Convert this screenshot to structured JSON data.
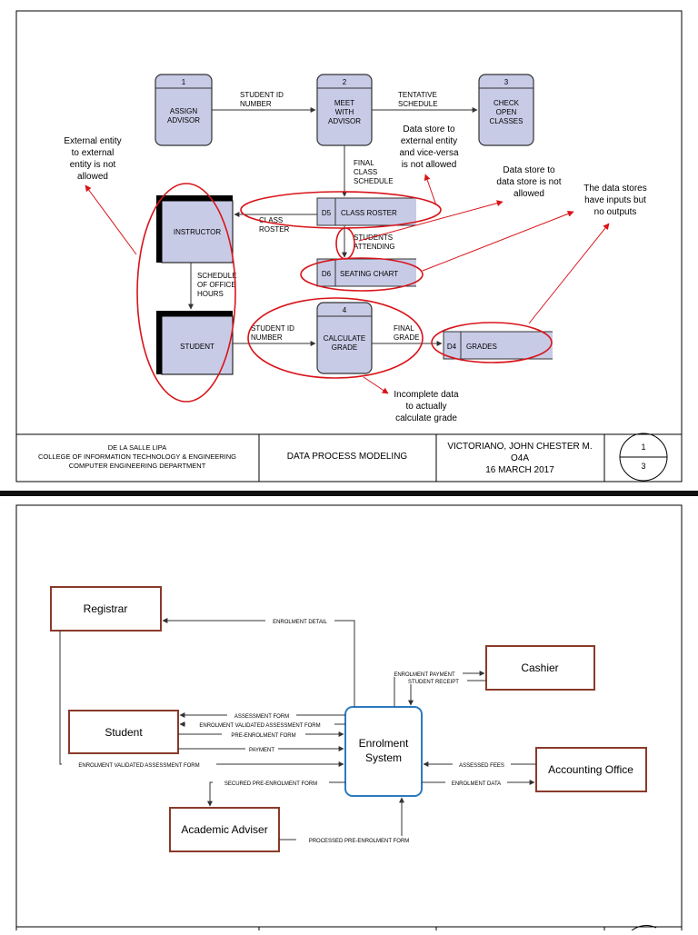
{
  "page1": {
    "processes": [
      {
        "number": "1",
        "label": [
          "ASSIGN",
          "ADVISOR"
        ]
      },
      {
        "number": "2",
        "label": [
          "MEET",
          "WITH",
          "ADVISOR"
        ]
      },
      {
        "number": "3",
        "label": [
          "CHECK",
          "OPEN",
          "CLASSES"
        ]
      },
      {
        "number": "4",
        "label": [
          "CALCULATE",
          "GRADE"
        ]
      }
    ],
    "data_stores": [
      {
        "id": "D5",
        "label": "CLASS ROSTER"
      },
      {
        "id": "D6",
        "label": "SEATING CHART"
      },
      {
        "id": "D4",
        "label": "GRADES"
      }
    ],
    "entities": [
      "INSTRUCTOR",
      "STUDENT"
    ],
    "flows": {
      "student_id_1": [
        "STUDENT ID",
        "NUMBER"
      ],
      "tentative": [
        "TENTATIVE",
        "SCHEDULE"
      ],
      "final_class": [
        "FINAL",
        "CLASS",
        "SCHEDULE"
      ],
      "class_roster": [
        "CLASS",
        "ROSTER"
      ],
      "students_attending": [
        "STUDENTS",
        "ATTENDING"
      ],
      "schedule_office": [
        "SCHEDULE",
        "OF OFFICE",
        "HOURS"
      ],
      "student_id_2": [
        "STUDENT ID",
        "NUMBER"
      ],
      "final_grade": [
        "FINAL",
        "GRADE"
      ]
    },
    "annotations": {
      "external_entity": [
        "External entity",
        "to external",
        "entity is not",
        "allowed"
      ],
      "ds_to_external": [
        "Data store to",
        "external entity",
        "and vice-versa",
        "is not allowed"
      ],
      "ds_to_ds": [
        "Data store to",
        "data store is not",
        "allowed"
      ],
      "no_outputs": [
        "The data stores",
        "have inputs but",
        "no outputs"
      ],
      "incomplete": [
        "Incomplete data",
        "to actually",
        "calculate grade"
      ]
    },
    "title_block": {
      "school": [
        "DE LA SALLE LIPA",
        "COLLEGE OF INFORMATION TECHNOLOGY & ENGINEERING",
        "COMPUTER ENGINEERING DEPARTMENT"
      ],
      "title": "DATA PROCESS MODELING",
      "author": [
        "VICTORIANO, JOHN CHESTER M.",
        "O4A",
        "16 MARCH 2017"
      ],
      "page": "1",
      "total": "3"
    }
  },
  "page2": {
    "entities": {
      "registrar": "Registrar",
      "cashier": "Cashier",
      "student": "Student",
      "accounting": "Accounting Office",
      "adviser": "Academic Adviser"
    },
    "system": [
      "Enrolment",
      "System"
    ],
    "flows": {
      "enrolment_detail": "ENROLMENT DETAIL",
      "enrolment_payment": "ENROLMENT PAYMENT",
      "student_receipt": "STUDENT RECEIPT",
      "assessment_form": "ASSESSMENT FORM",
      "validated_form": "ENROLMENT VALIDATED ASSESSMENT FORM",
      "pre_enrolment": "PRE-ENROLMENT FORM",
      "payment": "PAYMENT",
      "validated_form_registrar": "ENROLMENT VALIDATED ASSESSMENT FORM",
      "assessed_fees": "ASSESSED FEES",
      "secured_pre": "SECURED PRE-ENROLMENT FORM",
      "enrolment_data": "ENROLMENT DATA",
      "processed_pre": "PROCESSED PRE-ENROLMENT FORM"
    }
  }
}
